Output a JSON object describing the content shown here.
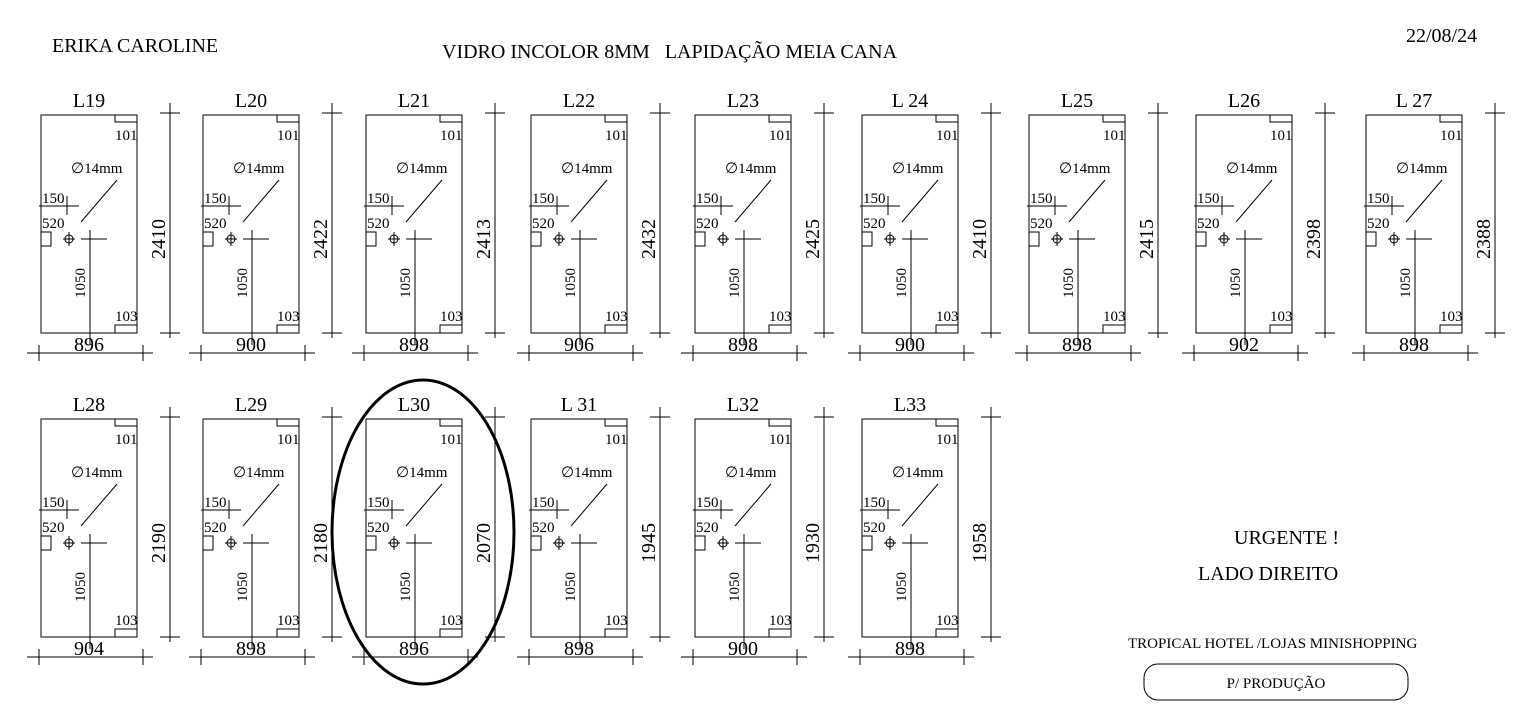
{
  "header": {
    "client": "ERIKA CAROLINE",
    "spec": "VIDRO INCOLOR 8MM   LAPIDAÇÃO MEIA CANA",
    "date": "22/08/24"
  },
  "panel_common": {
    "top_corner": "101",
    "bottom_corner": "103",
    "hole": "∅14mm",
    "offset_top": "150",
    "offset_side": "520",
    "offset_bottom": "1050"
  },
  "panels": [
    {
      "label": "L19",
      "width": "896",
      "height": "2410"
    },
    {
      "label": "L20",
      "width": "900",
      "height": "2422"
    },
    {
      "label": "L21",
      "width": "898",
      "height": "2413"
    },
    {
      "label": "L22",
      "width": "906",
      "height": "2432"
    },
    {
      "label": "L23",
      "width": "898",
      "height": "2425"
    },
    {
      "label": "L 24",
      "width": "900",
      "height": "2410"
    },
    {
      "label": "L25",
      "width": "898",
      "height": "2415"
    },
    {
      "label": "L26",
      "width": "902",
      "height": "2398"
    },
    {
      "label": "L 27",
      "width": "898",
      "height": "2388"
    },
    {
      "label": "L28",
      "width": "904",
      "height": "2190"
    },
    {
      "label": "L29",
      "width": "898",
      "height": "2180"
    },
    {
      "label": "L30",
      "width": "896",
      "height": "2070",
      "highlighted": true
    },
    {
      "label": "L 31",
      "width": "898",
      "height": "1945"
    },
    {
      "label": "L32",
      "width": "900",
      "height": "1930"
    },
    {
      "label": "L33",
      "width": "898",
      "height": "1958"
    }
  ],
  "notes": {
    "urgent": "URGENTE !",
    "side": "LADO DIREITO",
    "project": "TROPICAL HOTEL /LOJAS MINISHOPPING",
    "status_button": "P/ PRODUÇÃO"
  }
}
